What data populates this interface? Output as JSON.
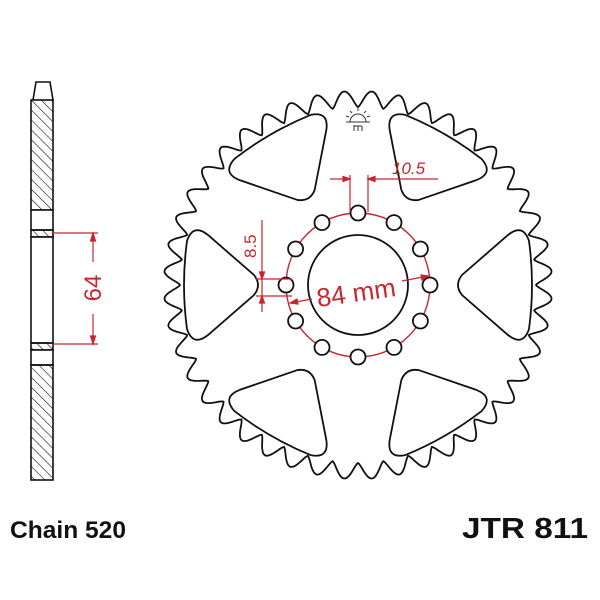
{
  "diagram": {
    "chain_label": "Chain 520",
    "part_number": "JTR 811",
    "dimensions": {
      "hub_width": "64",
      "bolt_circle": "84 mm",
      "bolt_hole": "10.5",
      "offset": "8.5"
    },
    "colors": {
      "outline": "#111111",
      "dimension": "#c8262c"
    },
    "logo": "sun-logo-icon"
  }
}
